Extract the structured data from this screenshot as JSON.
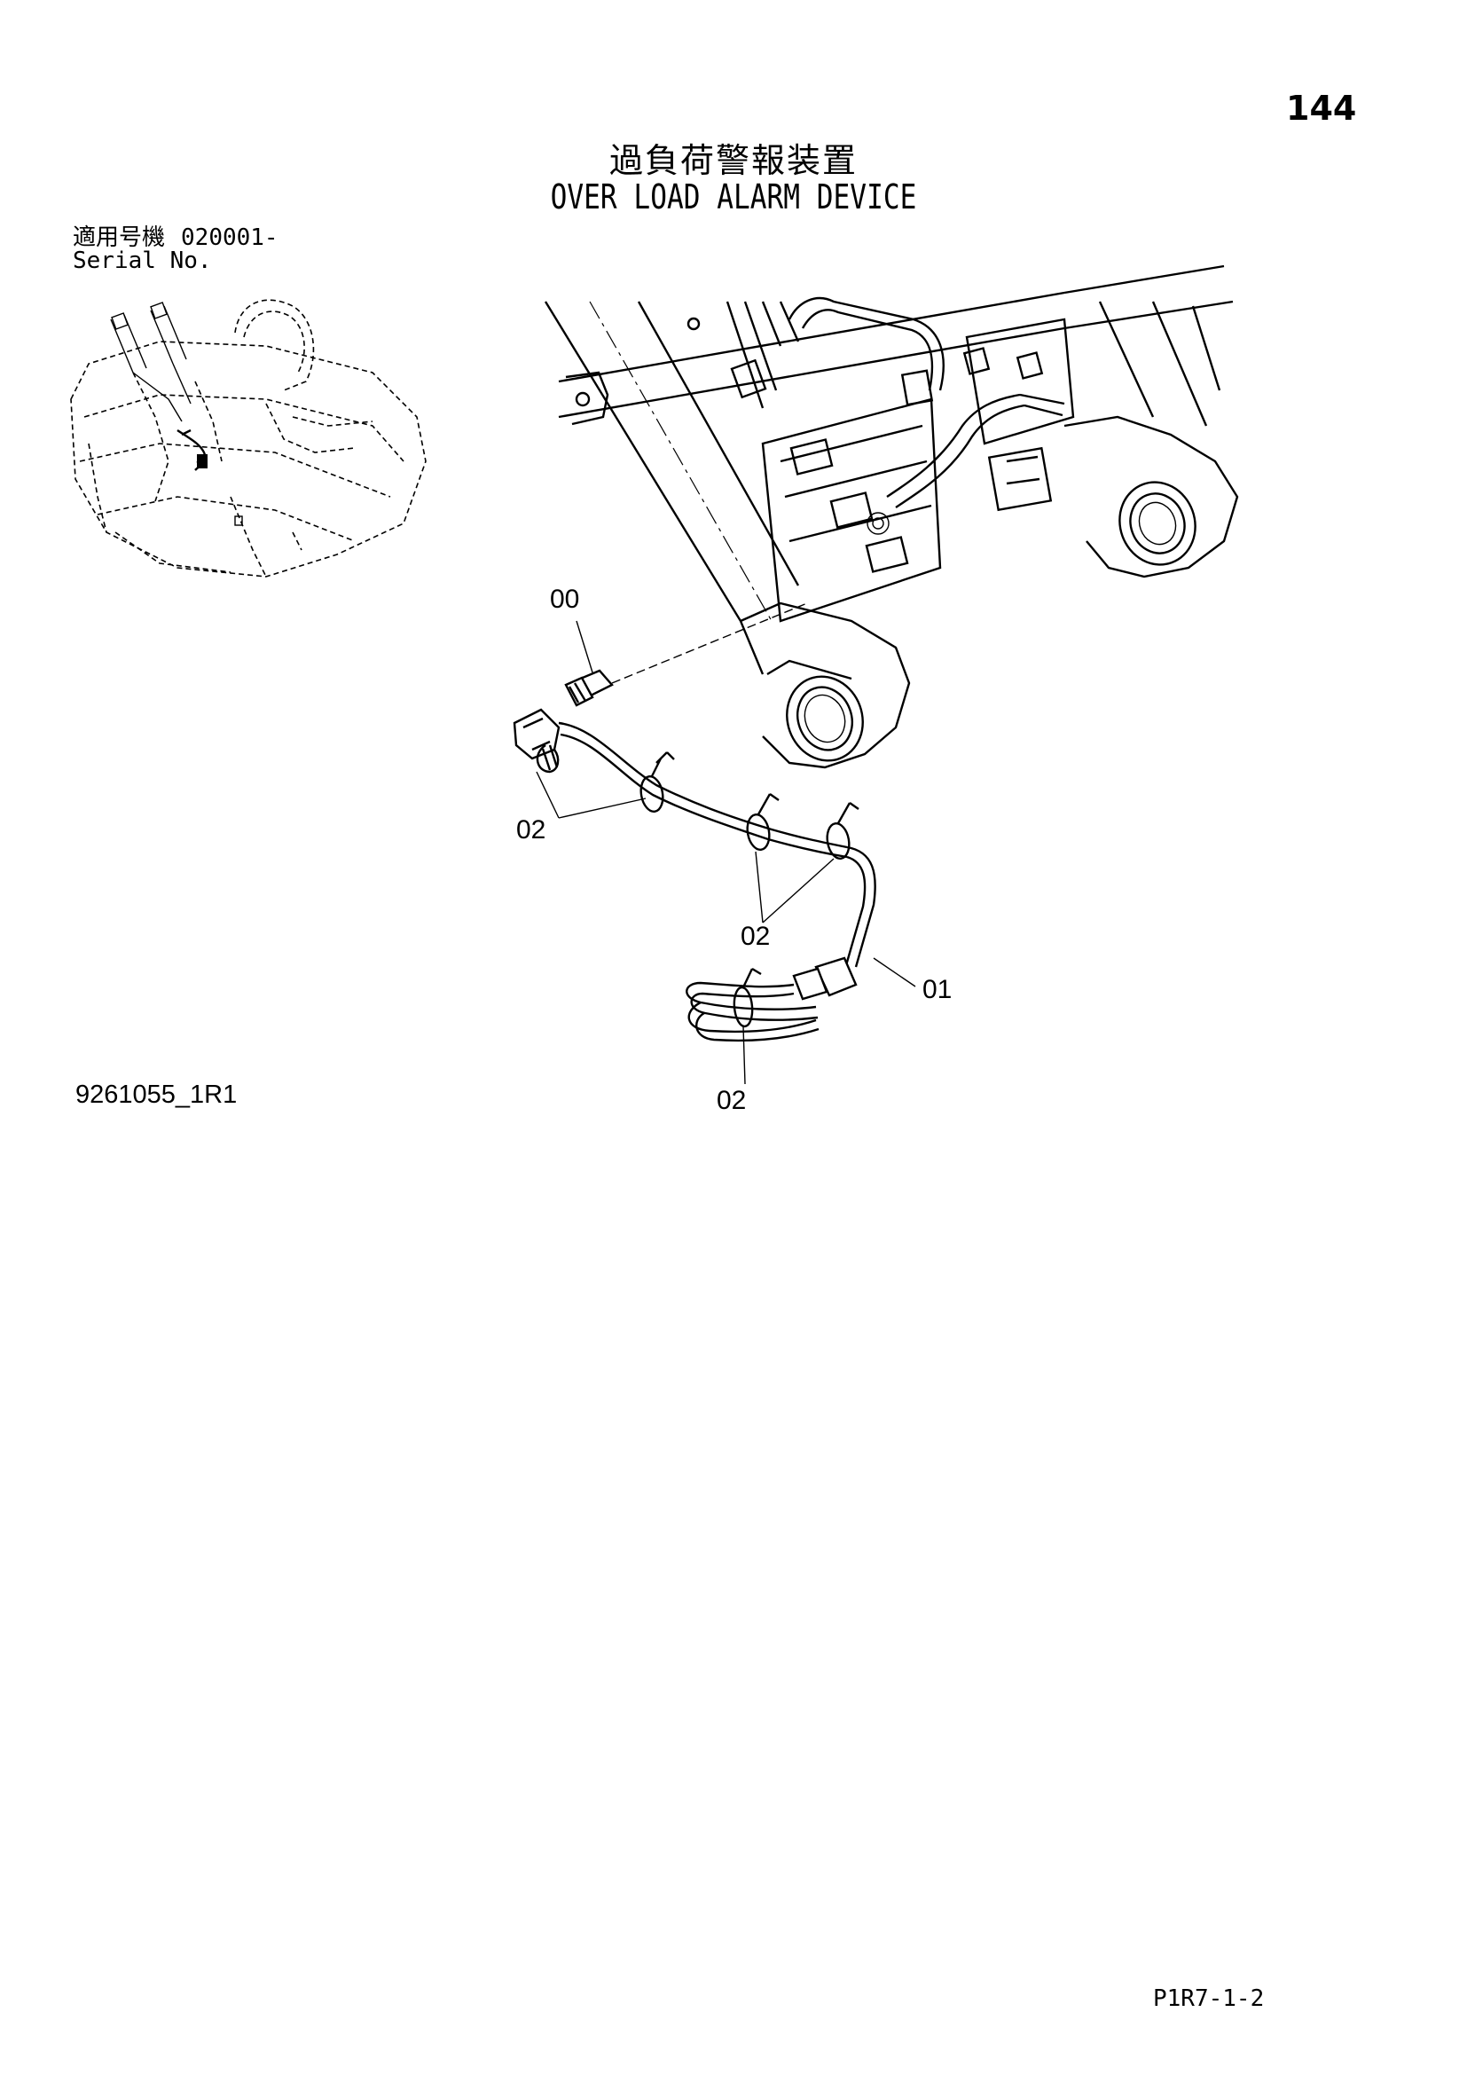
{
  "header": {
    "page_number": "144",
    "title_jp": "過負荷警報装置",
    "title_en": "OVER LOAD ALARM DEVICE"
  },
  "serial": {
    "label_jp": "適用号機",
    "value": "020001-",
    "label_en": "Serial No."
  },
  "callouts": {
    "c00": "00",
    "c01": "01",
    "c02_a": "02",
    "c02_b": "02",
    "c02_c": "02"
  },
  "footer": {
    "drawing_number": "9261055_1R1",
    "sheet_code": "P1R7-1-2"
  }
}
